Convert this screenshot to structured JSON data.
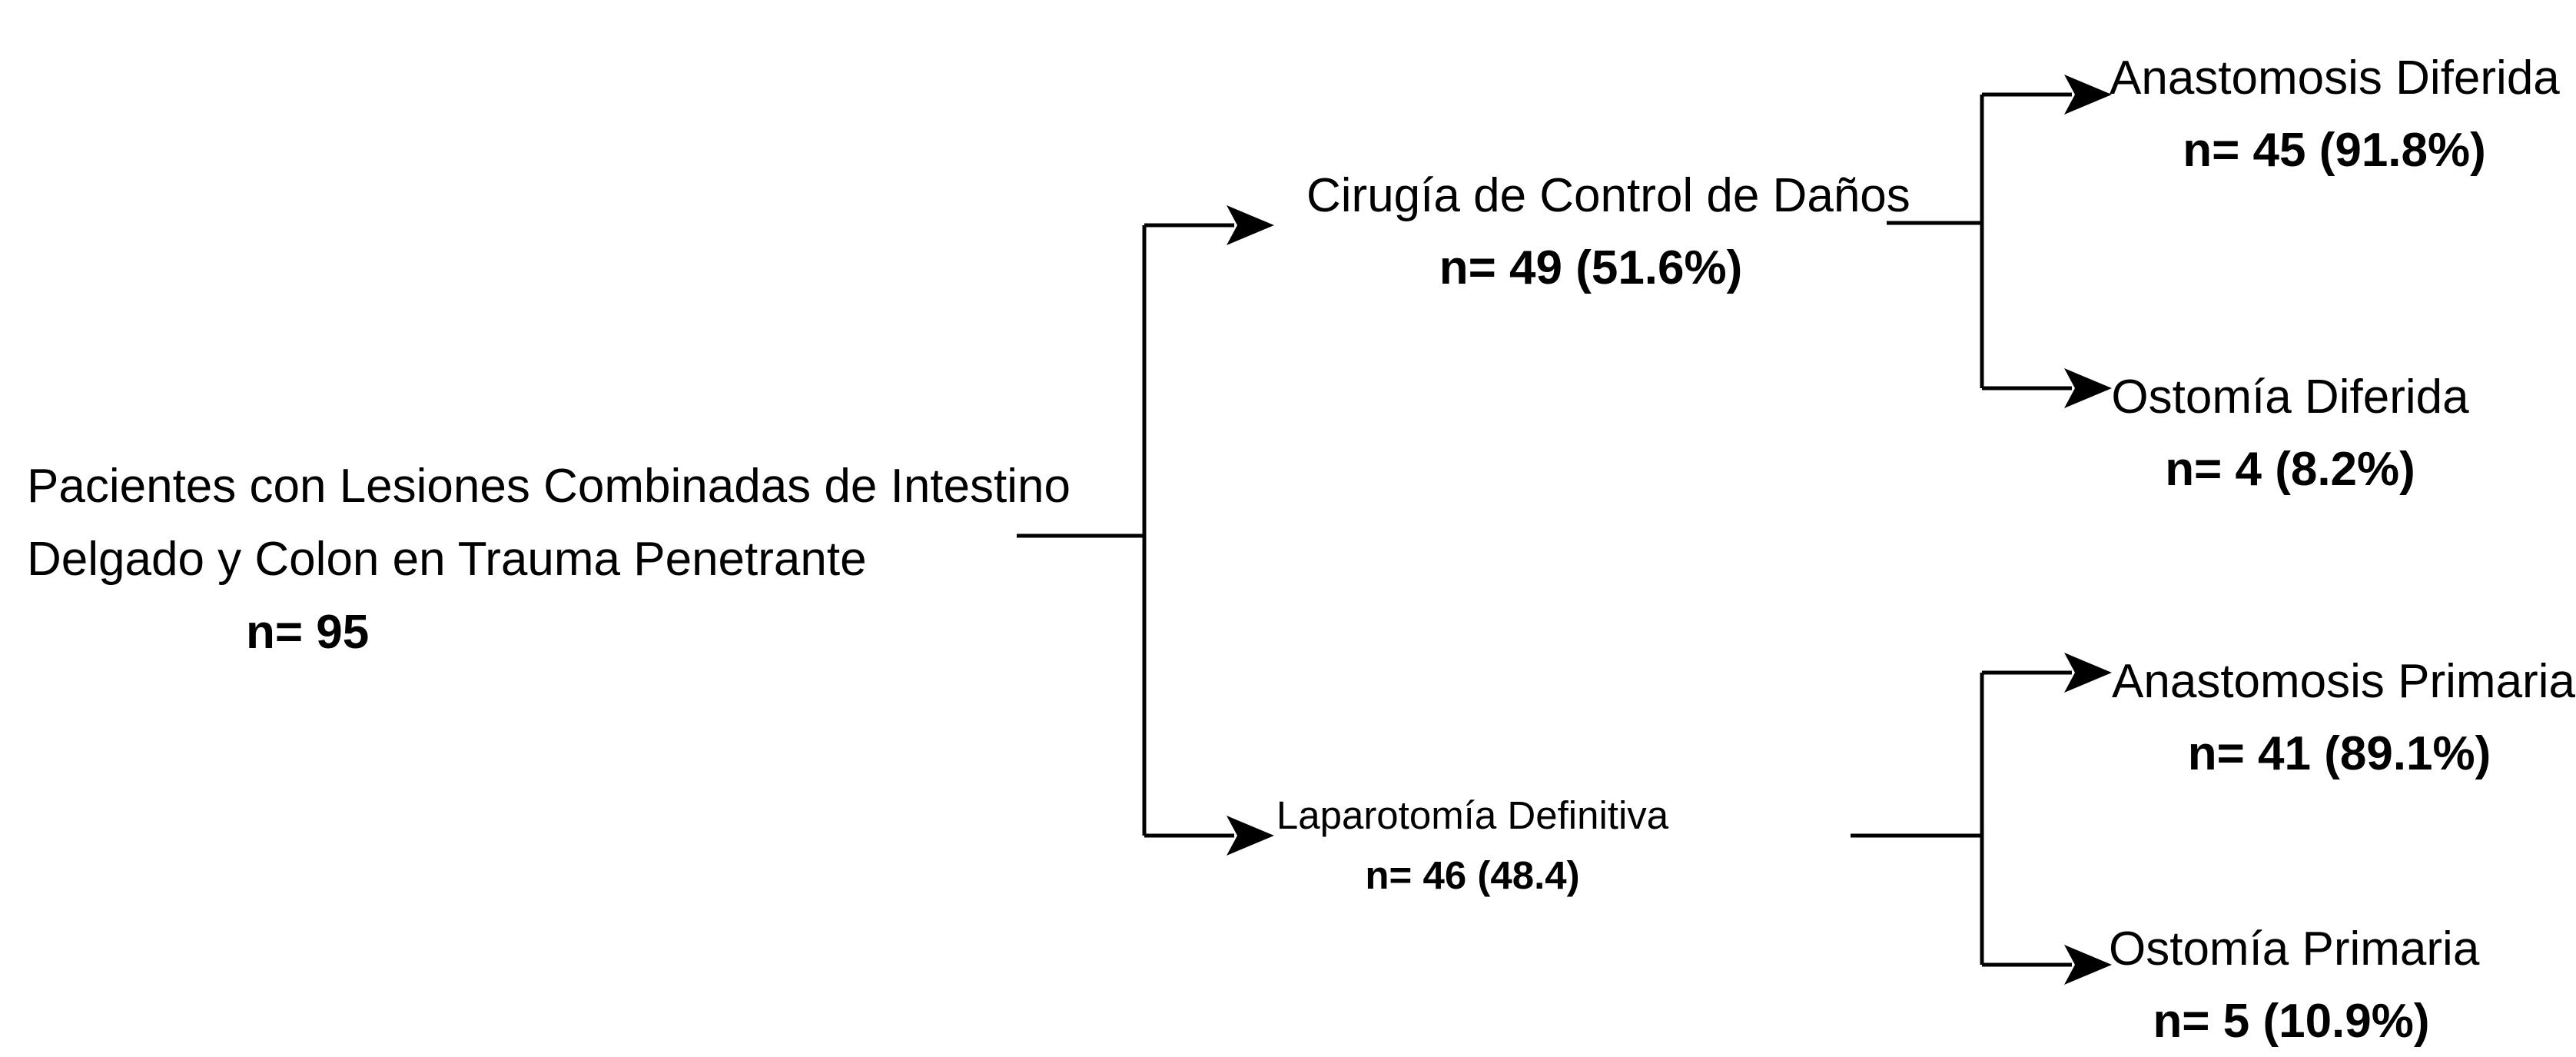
{
  "flow": {
    "root": {
      "label_line1": "Pacientes con Lesiones Combinadas de Intestino",
      "label_line2": "Delgado y Colon en Trauma Penetrante",
      "count": "n= 95"
    },
    "branch_damage_control": {
      "label": "Cirugía de Control de Daños",
      "count": "n= 49 (51.6%)",
      "children": [
        {
          "label": "Anastomosis Diferida",
          "count": "n= 45 (91.8%)"
        },
        {
          "label": "Ostomía Diferida",
          "count": "n= 4 (8.2%)"
        }
      ]
    },
    "branch_definitive_laparotomy": {
      "label": "Laparotomía Definitiva",
      "count": "n= 46 (48.4)",
      "children": [
        {
          "label": "Anastomosis Primaria",
          "count": "n= 41 (89.1%)"
        },
        {
          "label": "Ostomía Primaria",
          "count": "n= 5 (10.9%)"
        }
      ]
    },
    "colors": {
      "line": "#000000",
      "text": "#000000",
      "background": "#ffffff"
    }
  }
}
